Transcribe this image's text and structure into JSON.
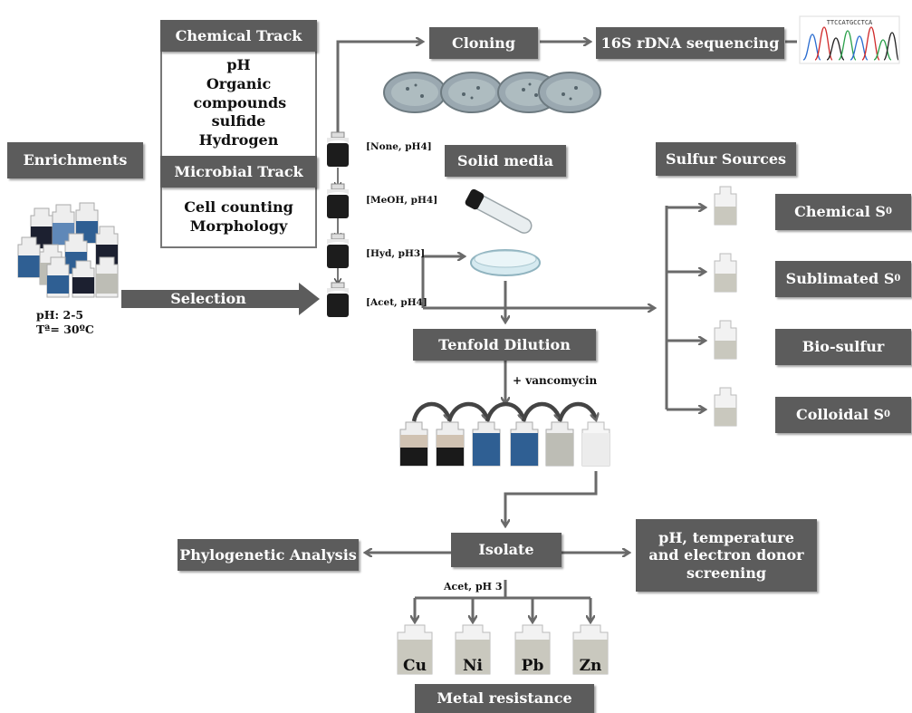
{
  "colors": {
    "box_fill": "#5c5c5c",
    "box_text": "#ffffff",
    "arrow": "#6a6a6a",
    "dark_bottle": "#1c1c1c",
    "blue_bottle": "#2f5f93",
    "grey_bottle": "#bdbdb5",
    "tan_bottle": "#c8b8a8"
  },
  "chemical_track": {
    "title": "Chemical Track",
    "items": [
      "pH",
      "Organic compounds",
      "sulfide",
      "Hydrogen"
    ]
  },
  "microbial_track": {
    "title": "Microbial Track",
    "items": [
      "Cell counting",
      "Morphology"
    ]
  },
  "enrichments": {
    "title": "Enrichments",
    "ph": "pH: 2-5",
    "temp": "Tª= 30ºC"
  },
  "selection": {
    "label": "Selection"
  },
  "cloning": {
    "label": "Cloning"
  },
  "sequencing": {
    "label": "16S rDNA sequencing",
    "read": "TTCCATGCCTCA"
  },
  "conditions": [
    "[None, pH4]",
    "[MeOH, pH4]",
    "[Hyd, pH3]",
    "[Acet, pH4]"
  ],
  "solid_media": {
    "label": "Solid media"
  },
  "sulfur_sources": {
    "title": "Sulfur Sources",
    "items": [
      "Chemical S",
      "Sublimated S",
      "Bio-sulfur",
      "Colloidal S"
    ],
    "sup": "0"
  },
  "dilution": {
    "label": "Tenfold Dilution",
    "antibiotic": "+ vancomycin"
  },
  "isolate": {
    "label": "Isolate",
    "phylogenetic": "Phylogenetic Analysis",
    "screening": "pH, temperature and electron donor screening",
    "condition": "Acet, pH 3"
  },
  "metals": {
    "items": [
      "Cu",
      "Ni",
      "Pb",
      "Zn"
    ],
    "title": "Metal resistance"
  }
}
